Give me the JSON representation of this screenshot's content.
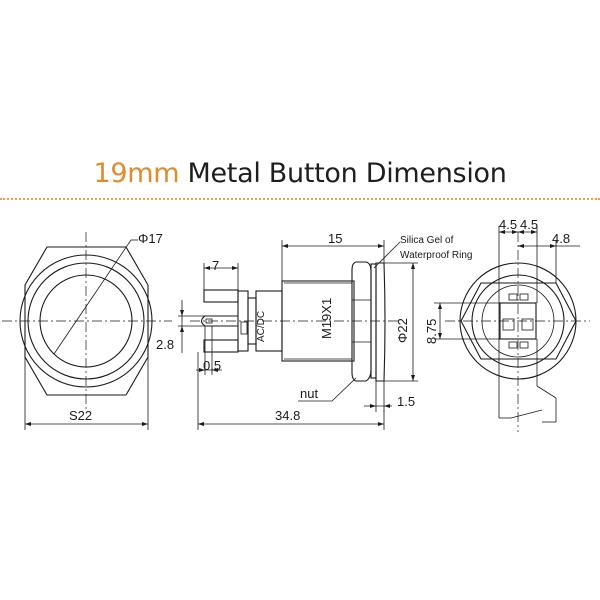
{
  "title": {
    "accent": "19mm",
    "rest": " Metal Button Dimension",
    "accent_color": "#e48a2a",
    "text_color": "#1e1e1e",
    "rule_color": "#e7a253"
  },
  "dimensions": {
    "front_phi": "Φ17",
    "front_s": "S22",
    "side_7": "7",
    "side_2_8": "2.8",
    "side_0_5": "0.5",
    "side_15": "15",
    "side_thread": "M19X1",
    "side_phi22": "Φ22",
    "side_nut": "nut",
    "side_1_5": "1.5",
    "side_total": "34.8",
    "back_4_5_a": "4.5",
    "back_4_5_b": "4.5",
    "back_4_8": "4.8",
    "back_8_75": "8.75"
  },
  "callouts": {
    "gasket_line1": "Silica Gel of",
    "gasket_line2": "Waterproof Ring",
    "body_marking": "AC/DC"
  }
}
